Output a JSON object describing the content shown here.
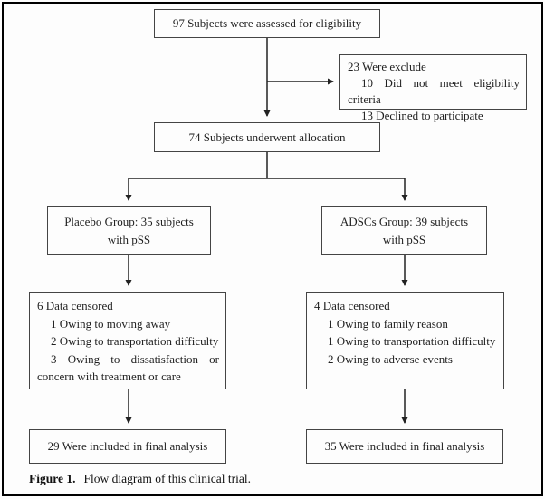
{
  "figure": {
    "caption_label": "Figure 1.",
    "caption_text": "Flow diagram of this clinical trial."
  },
  "flow": {
    "eligibility": {
      "text": "97 Subjects were assessed for eligibility"
    },
    "excluded": {
      "title": "23 Were exclude",
      "reasons": [
        "10 Did not meet eligibility criteria",
        "13 Declined to participate"
      ]
    },
    "allocation": {
      "text": "74 Subjects underwent allocation"
    },
    "placebo_group": {
      "line1": "Placebo Group: 35 subjects",
      "line2": "with pSS"
    },
    "adscs_group": {
      "line1": "ADSCs Group: 39 subjects",
      "line2": "with pSS"
    },
    "censored_left": {
      "title": "6 Data censored",
      "reasons": [
        "1 Owing to moving away",
        "2 Owing to transportation difficulty",
        "3 Owing to dissatisfaction or concern with treatment or care"
      ]
    },
    "censored_right": {
      "title": "4 Data censored",
      "reasons": [
        "1 Owing to family reason",
        "1 Owing to transportation difficulty",
        "2 Owing to adverse events"
      ]
    },
    "final_left": {
      "text": "29 Were included in final analysis"
    },
    "final_right": {
      "text": "35 Were included in final analysis"
    }
  },
  "colors": {
    "line": "#222222",
    "box_border": "#444444",
    "frame": "#000000",
    "text": "#1f1f1f"
  }
}
